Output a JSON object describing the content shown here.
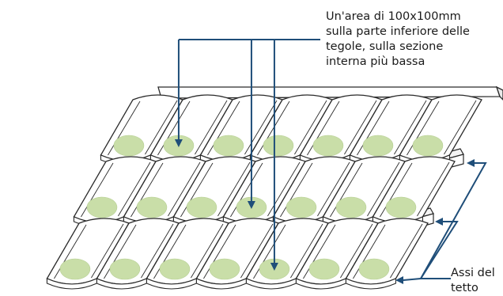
{
  "annotations": {
    "tile_area": {
      "lines": [
        "Un'area di 100x100mm",
        "sulla parte inferiore delle",
        "tegole, sulla sezione",
        "interna più bassa"
      ]
    },
    "roof_battens": {
      "lines": [
        "Assi del",
        "tetto"
      ]
    }
  },
  "colors": {
    "outline": "#2a2a2a",
    "tile_fill": "#ffffff",
    "highlight_area": "#c9dea8",
    "arrow": "#1f4e79"
  },
  "layout": {
    "tile_rows": 3,
    "tiles_per_row": 7,
    "marked_tiles": [
      {
        "row": 1,
        "col": 2
      },
      {
        "row": 2,
        "col": 4
      },
      {
        "row": 3,
        "col": 5
      }
    ]
  }
}
